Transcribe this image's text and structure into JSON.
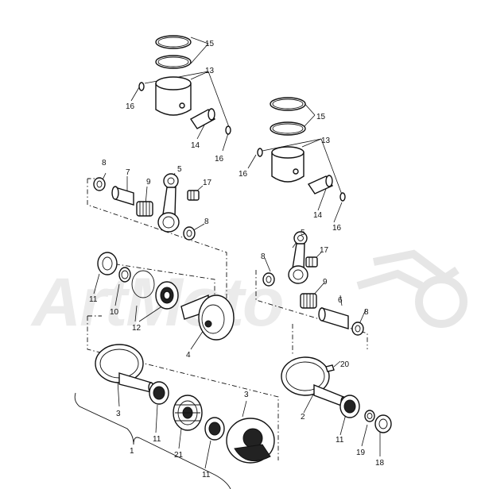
{
  "callouts": [
    {
      "id": "15a",
      "text": "15"
    },
    {
      "id": "13a",
      "text": "13"
    },
    {
      "id": "16a",
      "text": "16"
    },
    {
      "id": "14a",
      "text": "14"
    },
    {
      "id": "16b",
      "text": "16"
    },
    {
      "id": "8a",
      "text": "8"
    },
    {
      "id": "7a",
      "text": "7"
    },
    {
      "id": "9a",
      "text": "9"
    },
    {
      "id": "5a",
      "text": "5"
    },
    {
      "id": "17a",
      "text": "17"
    },
    {
      "id": "8b",
      "text": "8"
    },
    {
      "id": "11a",
      "text": "11"
    },
    {
      "id": "10a",
      "text": "10"
    },
    {
      "id": "12a",
      "text": "12"
    },
    {
      "id": "4a",
      "text": "4"
    },
    {
      "id": "3a",
      "text": "3"
    },
    {
      "id": "11b",
      "text": "11"
    },
    {
      "id": "21a",
      "text": "21"
    },
    {
      "id": "11c",
      "text": "11"
    },
    {
      "id": "3b",
      "text": "3"
    },
    {
      "id": "1a",
      "text": "1"
    },
    {
      "id": "15b",
      "text": "15"
    },
    {
      "id": "13b",
      "text": "13"
    },
    {
      "id": "16c",
      "text": "16"
    },
    {
      "id": "14b",
      "text": "14"
    },
    {
      "id": "16d",
      "text": "16"
    },
    {
      "id": "5b",
      "text": "5"
    },
    {
      "id": "17b",
      "text": "17"
    },
    {
      "id": "8c",
      "text": "8"
    },
    {
      "id": "9b",
      "text": "9"
    },
    {
      "id": "6a",
      "text": "6"
    },
    {
      "id": "8d",
      "text": "8"
    },
    {
      "id": "20a",
      "text": "20"
    },
    {
      "id": "2a",
      "text": "2"
    },
    {
      "id": "11d",
      "text": "11"
    },
    {
      "id": "19a",
      "text": "19"
    },
    {
      "id": "18a",
      "text": "18"
    }
  ],
  "watermark": {
    "text": "ArtMoto"
  }
}
